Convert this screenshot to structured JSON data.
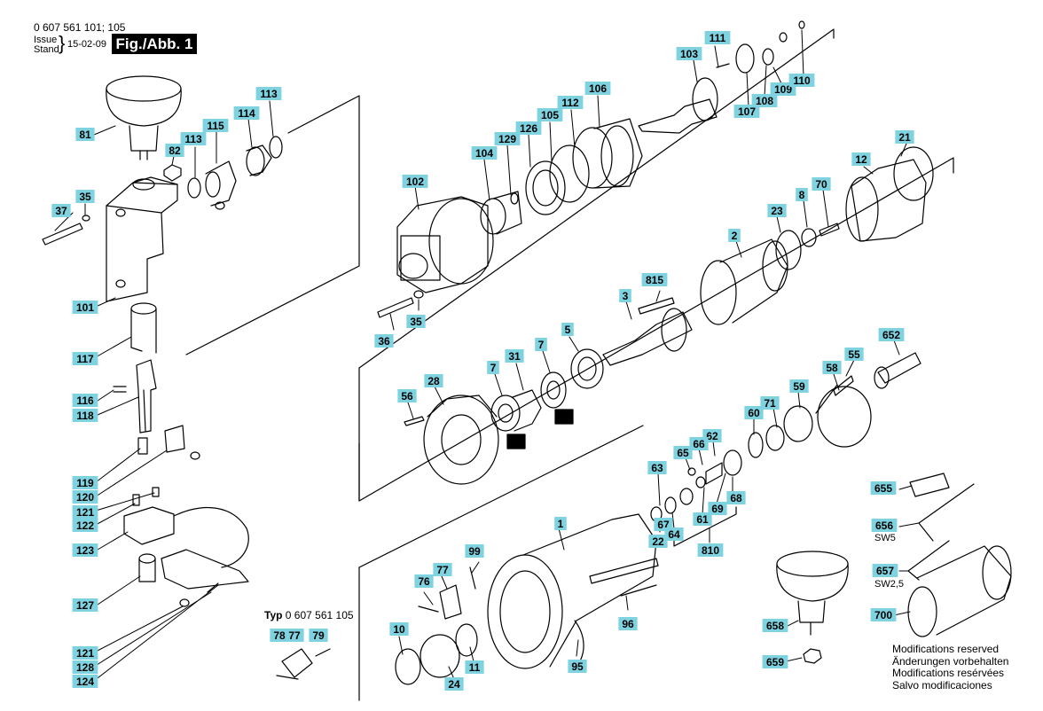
{
  "header": {
    "doc_number": "0 607 561 101; 105",
    "issue_label": "Issue",
    "stand_label": "Stand",
    "issue_date": "15-02-09",
    "figure_label": "Fig./Abb. 1"
  },
  "variant": {
    "prefix": "Typ",
    "number": "0 607 561 105"
  },
  "tool_sizes": {
    "sw5": "SW5",
    "sw25": "SW2,5"
  },
  "note": {
    "en": "Modifications reserved",
    "de": "Änderungen vorbehalten",
    "fr": "Modifications resérvées",
    "es": "Salvo modificaciones"
  },
  "callouts": [
    "81",
    "82",
    "113",
    "115",
    "114",
    "113",
    "35",
    "37",
    "101",
    "117",
    "116",
    "118",
    "119",
    "120",
    "121",
    "122",
    "123",
    "127",
    "121",
    "128",
    "124",
    "111",
    "103",
    "109",
    "110",
    "108",
    "107",
    "106",
    "112",
    "105",
    "126",
    "129",
    "104",
    "102",
    "36",
    "35",
    "21",
    "12",
    "70",
    "8",
    "23",
    "2",
    "815",
    "3",
    "5",
    "7",
    "31",
    "7",
    "28",
    "56",
    "652",
    "55",
    "58",
    "59",
    "71",
    "60",
    "62",
    "66",
    "65",
    "63",
    "69",
    "61",
    "68",
    "67",
    "22",
    "64",
    "810",
    "1",
    "99",
    "77",
    "76",
    "96",
    "95",
    "11",
    "10",
    "24",
    "78",
    "77",
    "79",
    "655",
    "656",
    "657",
    "658",
    "659",
    "700"
  ],
  "colors": {
    "callout_fill": "#7fd3e0",
    "line": "#000000",
    "background": "#ffffff"
  }
}
